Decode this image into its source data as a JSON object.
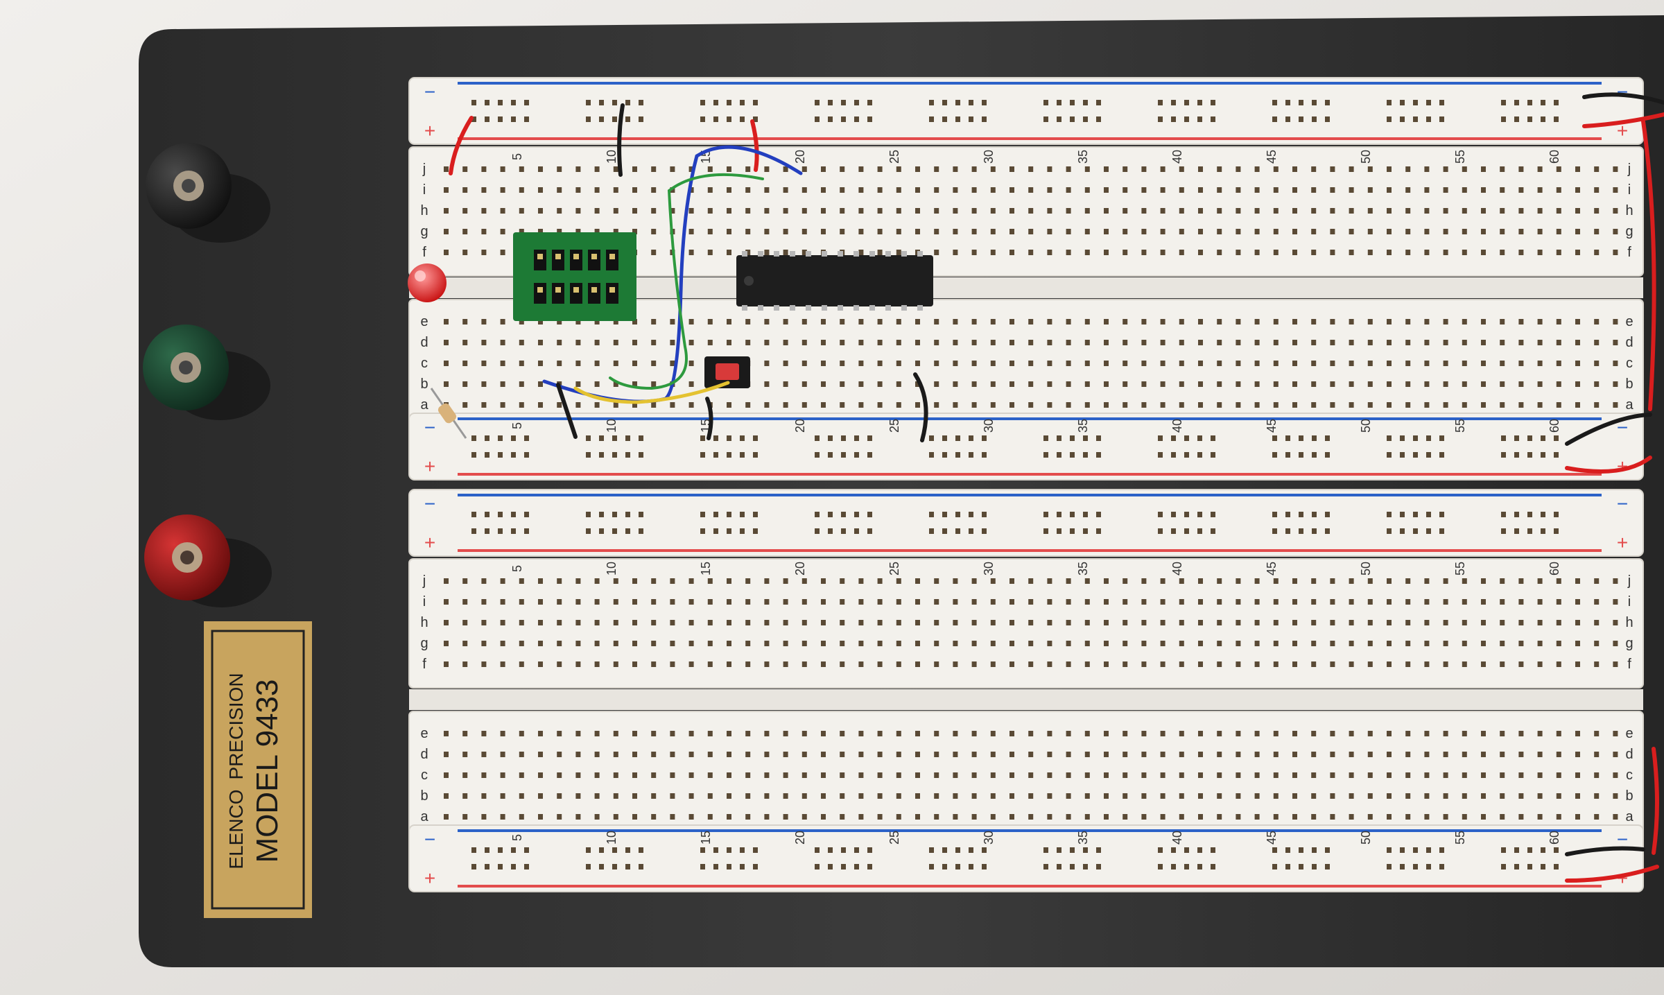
{
  "board": {
    "maker": "ELENCO",
    "line1": "PRECISION",
    "model": "MODEL 9433"
  },
  "rails": {
    "minus": "−",
    "plus": "+"
  },
  "rows_top": [
    "a",
    "b",
    "c",
    "d",
    "e",
    "f",
    "g",
    "h",
    "i",
    "j"
  ],
  "column_numbers": [
    "5",
    "10",
    "15",
    "20",
    "25",
    "30",
    "35",
    "40",
    "45",
    "50",
    "55",
    "60"
  ],
  "colors": {
    "board": "#2a2a2a",
    "breadboard": "#f3f1ec",
    "blue_line": "#2c62c8",
    "red_line": "#e34c4c",
    "binding_black": "#151515",
    "binding_green": "#163b28",
    "binding_red": "#8c1212",
    "label_gold": "#c8a45e"
  }
}
